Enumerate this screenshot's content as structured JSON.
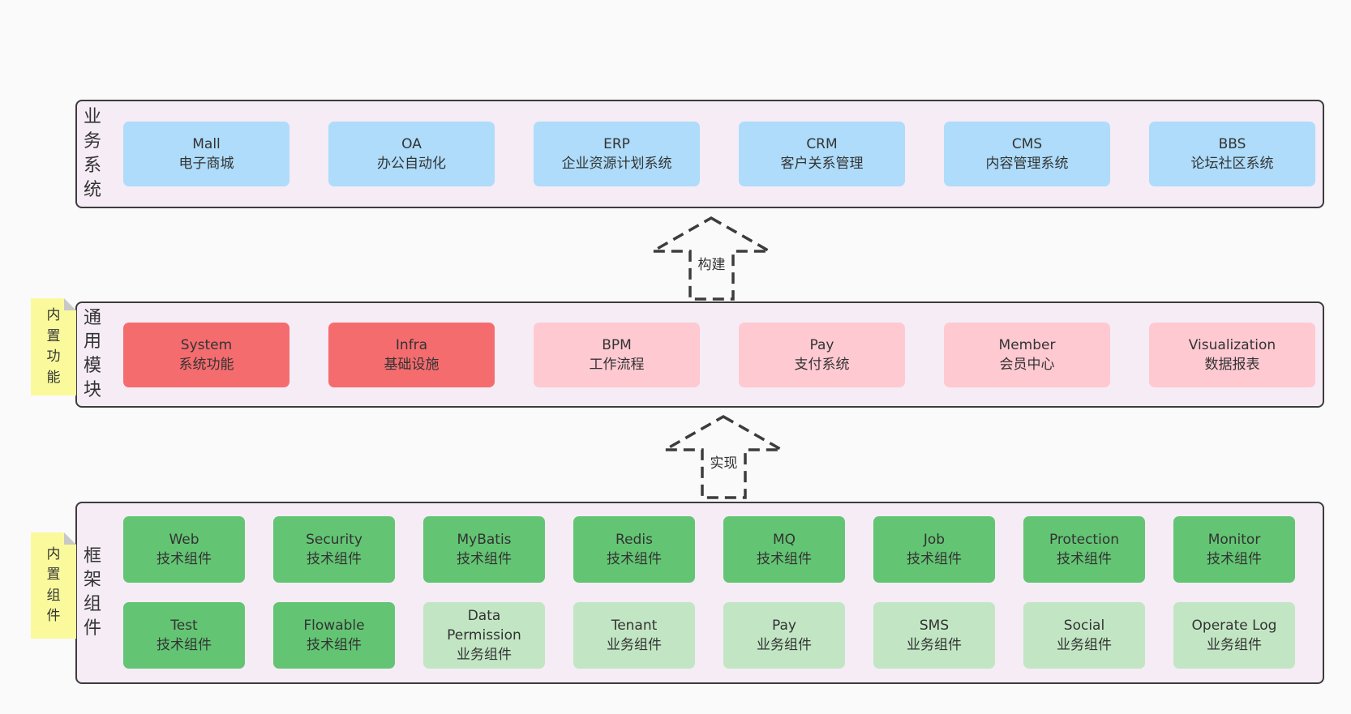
{
  "colors": {
    "page_bg": "#fafafa",
    "band_bg": "#f5ecf5",
    "band_border": "#3c3c3c",
    "text": "#333333",
    "blue_box": "#aedcfa",
    "red_box": "#f56c6f",
    "pink_box": "#ffc9d2",
    "green_box": "#63c573",
    "light_green_box": "#c2e6c4",
    "note_bg": "#fafa9d",
    "note_fold": "#c8c8c8"
  },
  "arrows": [
    {
      "label": "构建"
    },
    {
      "label": "实现"
    }
  ],
  "bands": [
    {
      "label": "业务系统",
      "boxes": [
        {
          "name": "Mall",
          "label": "电子商城"
        },
        {
          "name": "OA",
          "label": "办公自动化"
        },
        {
          "name": "ERP",
          "label": "企业资源计划系统"
        },
        {
          "name": "CRM",
          "label": "客户关系管理"
        },
        {
          "name": "CMS",
          "label": "内容管理系统"
        },
        {
          "name": "BBS",
          "label": "论坛社区系统"
        }
      ]
    },
    {
      "label": "通用模块",
      "note": "内置功能",
      "boxes": [
        {
          "name": "System",
          "label": "系统功能"
        },
        {
          "name": "Infra",
          "label": "基础设施"
        },
        {
          "name": "BPM",
          "label": "工作流程"
        },
        {
          "name": "Pay",
          "label": "支付系统"
        },
        {
          "name": "Member",
          "label": "会员中心"
        },
        {
          "name": "Visualization",
          "label": "数据报表"
        }
      ]
    },
    {
      "label": "框架组件",
      "note": "内置组件",
      "rows": [
        [
          {
            "name": "Web",
            "label": "技术组件"
          },
          {
            "name": "Security",
            "label": "技术组件"
          },
          {
            "name": "MyBatis",
            "label": "技术组件"
          },
          {
            "name": "Redis",
            "label": "技术组件"
          },
          {
            "name": "MQ",
            "label": "技术组件"
          },
          {
            "name": "Job",
            "label": "技术组件"
          },
          {
            "name": "Protection",
            "label": "技术组件"
          },
          {
            "name": "Monitor",
            "label": "技术组件"
          }
        ],
        [
          {
            "name": "Test",
            "label": "技术组件"
          },
          {
            "name": "Flowable",
            "label": "技术组件"
          },
          {
            "name": "Data Permission",
            "label": "业务组件"
          },
          {
            "name": "Tenant",
            "label": "业务组件"
          },
          {
            "name": "Pay",
            "label": "业务组件"
          },
          {
            "name": "SMS",
            "label": "业务组件"
          },
          {
            "name": "Social",
            "label": "业务组件"
          },
          {
            "name": "Operate Log",
            "label": "业务组件"
          }
        ]
      ]
    }
  ]
}
